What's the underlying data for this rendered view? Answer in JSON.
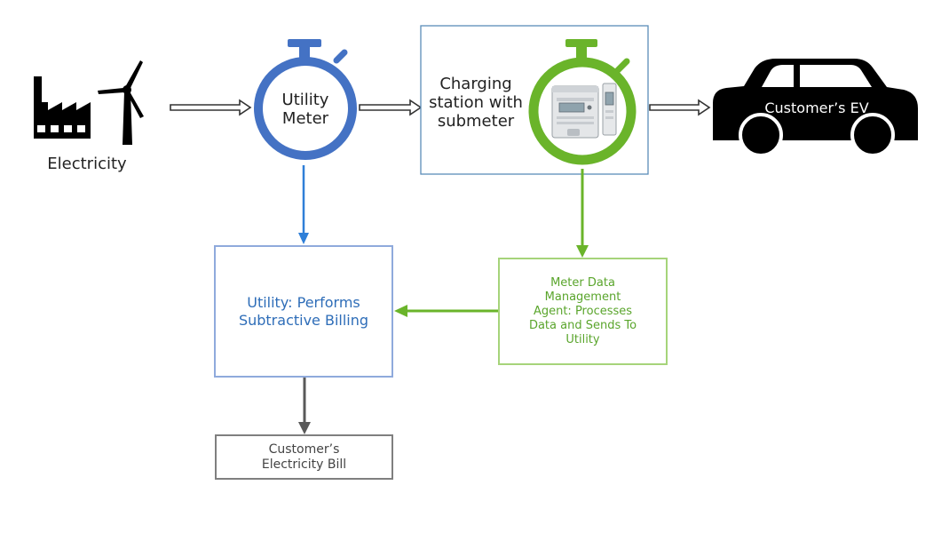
{
  "nodes": {
    "electricity": {
      "label": "Electricity",
      "icon": "factory-wind-turbine-icon"
    },
    "utility_meter": {
      "label": "Utility\nMeter",
      "icon": "stopwatch-meter-icon"
    },
    "charging_station": {
      "label": "Charging\nstation with\nsubmeter",
      "icon": "submeter-device-icon"
    },
    "customer_ev": {
      "label": "Customer’s EV",
      "icon": "car-icon"
    },
    "utility_billing": {
      "label": "Utility: Performs\nSubtractive Billing"
    },
    "mdm_agent": {
      "label": "Meter Data\nManagement\nAgent: Processes\nData and Sends To\nUtility"
    },
    "bill": {
      "label": "Customer’s\nElectricity Bill"
    }
  },
  "colors": {
    "utility_blue": "#4472c4",
    "utility_text": "#2e6db8",
    "arrow_blue": "#2f7fd8",
    "green": "#6ab42a",
    "green_light": "#a6d47a",
    "green_text": "#5aa52c",
    "gray": "#595959",
    "box_gray": "#7f7f7f",
    "station_border": "#5b8db8",
    "black": "#000000"
  }
}
